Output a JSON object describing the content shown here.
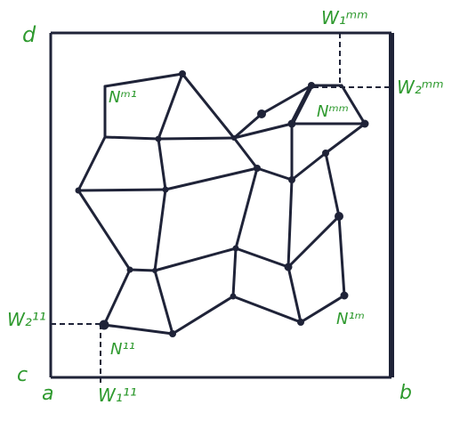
{
  "colors": {
    "ink": "#1f2338",
    "label_green": "#2f9a2f",
    "paper": "#ffffff"
  },
  "labels": {
    "corner_d": "d",
    "corner_c": "c",
    "corner_a": "a",
    "corner_b": "b",
    "w1_11": "W₁¹¹",
    "w2_11": "W₂¹¹",
    "w1_mm": "W₁ᵐᵐ",
    "w2_mm": "W₂ᵐᵐ",
    "n_11": "N¹¹",
    "n_m1": "Nᵐ¹",
    "n_1m": "N¹ᵐ",
    "n_mm": "Nᵐᵐ"
  }
}
